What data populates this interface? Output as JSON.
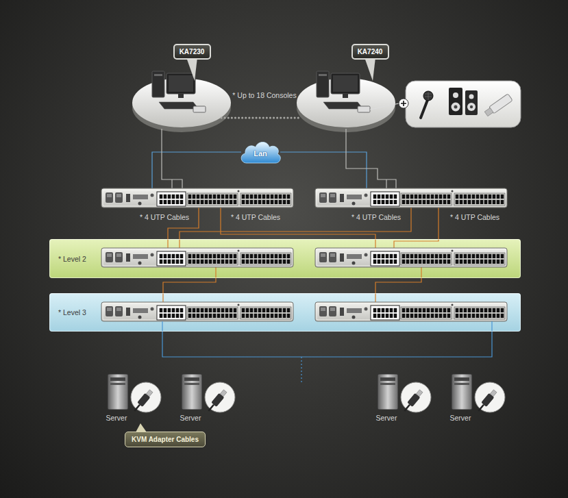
{
  "diagram": {
    "nodes": [
      {
        "text": [
          "KA7230"
        ]
      },
      {
        "text": [
          "KA7240"
        ]
      },
      {
        "text": [
          "Lan"
        ]
      },
      {
        "text": [
          "* Level 2"
        ]
      },
      {
        "text": [
          "* Level 3"
        ]
      },
      {
        "text": [
          "Server"
        ]
      },
      {
        "text": [
          "Server"
        ]
      },
      {
        "text": [
          "Server"
        ]
      },
      {
        "text": [
          "Server"
        ]
      },
      {
        "text": [
          "KVM Adapter Cables"
        ]
      }
    ],
    "labels": [
      "* Up to 18 Consoles",
      "* 4 UTP Cables",
      "* 4 UTP Cables",
      "* 4 UTP Cables",
      "* 4 UTP Cables"
    ]
  }
}
